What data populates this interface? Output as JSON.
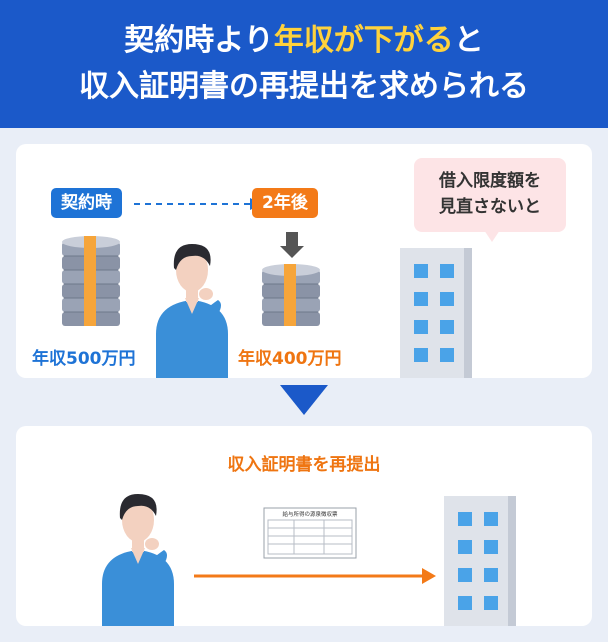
{
  "header": {
    "line1_pre": "契約時より",
    "line1_highlight": "年収が下がる",
    "line1_post": "と",
    "line2": "収入証明書の再提出を求められる"
  },
  "top_panel": {
    "tag_start": "契約時",
    "tag_after": "2年後",
    "amount_before": "年収500万円",
    "amount_after": "年収400万円",
    "bubble_line1": "借入限度額を",
    "bubble_line2": "見直さないと"
  },
  "bottom_panel": {
    "title": "収入証明書を再提出",
    "document_title": "給与所得の源泉徴収票"
  },
  "colors": {
    "header_bg": "#1b59c9",
    "highlight": "#ffd23c",
    "accent_blue": "#1e73d6",
    "accent_orange": "#f37a18",
    "bubble_bg": "#fde4e6"
  },
  "icons": [
    "money-stack-icon",
    "person-thinking-icon",
    "office-building-icon",
    "document-icon",
    "down-arrow-icon",
    "right-arrow-icon"
  ]
}
